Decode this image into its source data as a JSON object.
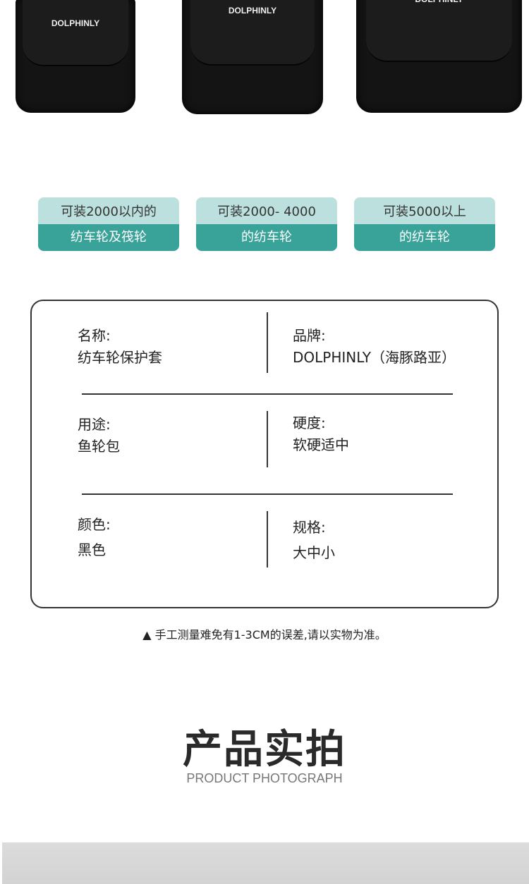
{
  "products": [
    {
      "brand_logo": "DOLPHINLY"
    },
    {
      "brand_logo": "DOLPHINLY"
    },
    {
      "brand_logo": "DOLPHINLY"
    }
  ],
  "badges": [
    {
      "top": "可装2000以内的",
      "bottom": "纺车轮及筏轮"
    },
    {
      "top": "可装2000- 4000",
      "bottom": "的纺车轮"
    },
    {
      "top": "可装5000以上",
      "bottom": "的纺车轮"
    }
  ],
  "specs": [
    {
      "label": "名称:",
      "value": "纺车轮保护套"
    },
    {
      "label": "品牌:",
      "value": "DOLPHINLY（海豚路亚）"
    },
    {
      "label": "用途:",
      "value": "鱼轮包"
    },
    {
      "label": "硬度:",
      "value": "软硬适中"
    },
    {
      "label": "颜色:",
      "value": "黑色"
    },
    {
      "label": "规格:",
      "value": "大中小"
    }
  ],
  "note": "▲ 手工测量难免有1-3CM的误差,请以实物为准。",
  "section": {
    "title": "产品实拍",
    "subtitle": "PRODUCT PHOTOGRAPH"
  },
  "colors": {
    "badge_top": "#bce0dd",
    "badge_bottom": "#39a299"
  }
}
